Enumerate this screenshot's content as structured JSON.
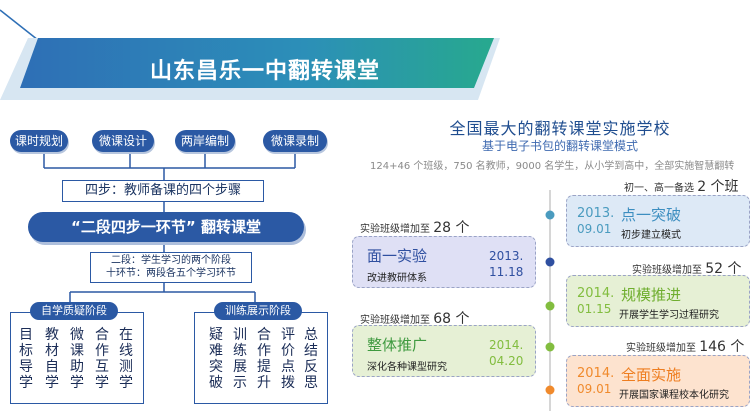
{
  "banner": {
    "title": "山东昌乐一中翻转课堂"
  },
  "left": {
    "top_buttons": [
      "课时规划",
      "微课设计",
      "两岸编制",
      "微课录制"
    ],
    "steps_label": "四步：教师备课的四个步骤",
    "main_label": "“二段四步一环节” 翻转课堂",
    "desc_lines": [
      "二段：学生学习的两个阶段",
      "十环节：两段各五个学习环节"
    ],
    "stages": [
      {
        "label": "自学质疑阶段",
        "columns": [
          "目标导学",
          "教材自学",
          "微课助学",
          "合作互学",
          "在线测学"
        ]
      },
      {
        "label": "训练展示阶段",
        "columns": [
          "疑难突破",
          "训练展示",
          "合作提升",
          "评价点拨",
          "总结反思"
        ]
      }
    ]
  },
  "right": {
    "title": "全国最大的翻转课堂实施学校",
    "subtitle": "基于电子书包的翻转课堂模式",
    "description": "124+46 个班级，750 名教师，9000 名学生，从小学到高中，全部实施智慧翻转",
    "notes": [
      {
        "text": "初一、高一备选",
        "num": "2 个班"
      },
      {
        "text": "实验班级增加至",
        "num": "28 个"
      },
      {
        "text": "实验班级增加至",
        "num": "52 个"
      },
      {
        "text": "实验班级增加至",
        "num": "68 个"
      },
      {
        "text": "实验班级增加至",
        "num": "146 个"
      }
    ],
    "cards": [
      {
        "year": "2013.",
        "date": "09.01",
        "title": "点一突破",
        "desc": "初步建立模式"
      },
      {
        "title": "面一实验",
        "year": "2013.",
        "date": "11.18",
        "desc": "改进教研体系"
      },
      {
        "year": "2014.",
        "date": "01.15",
        "title": "规模推进",
        "desc": "开展学生学习过程研究"
      },
      {
        "title": "整体推广",
        "year": "2014.",
        "date": "04.20",
        "desc": "深化各种课型研究"
      },
      {
        "year": "2014.",
        "date": "09.01",
        "title": "全面实施",
        "desc": "开展国家课程校本化研究"
      }
    ]
  },
  "colors": {
    "primary": "#2b59a4",
    "card_blue": "#dde9f6",
    "card_purple": "#dfe0f5",
    "card_green": "#e6f0d5",
    "card_orange": "#fde3cf"
  }
}
